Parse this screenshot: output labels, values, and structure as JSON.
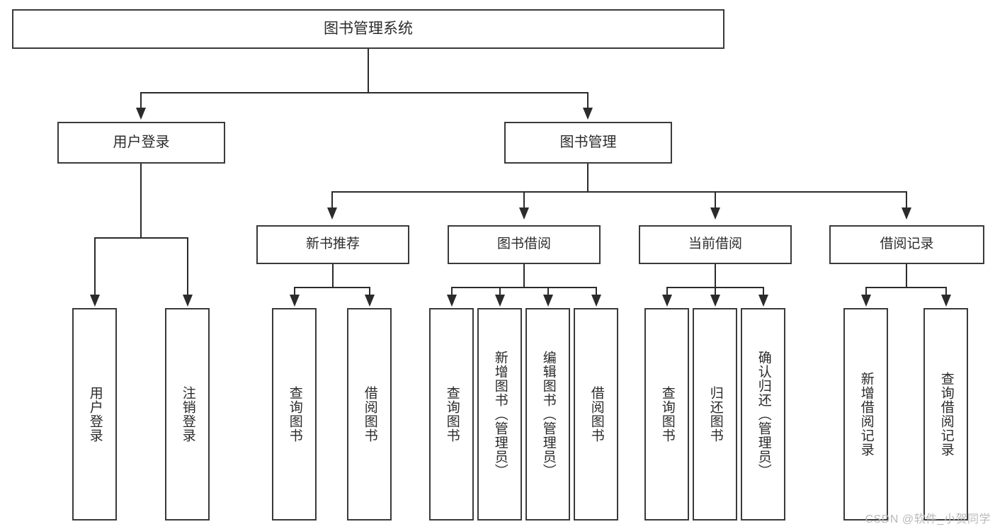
{
  "diagram": {
    "title": "图书管理系统",
    "type": "function-structure-tree",
    "root": {
      "label": "图书管理系统"
    },
    "level2": [
      {
        "label": "用户登录"
      },
      {
        "label": "图书管理"
      }
    ],
    "level3": [
      {
        "label": "新书推荐"
      },
      {
        "label": "图书借阅"
      },
      {
        "label": "当前借阅"
      },
      {
        "label": "借阅记录"
      }
    ],
    "leaves": {
      "user_login": [
        {
          "label": "用户登录"
        },
        {
          "label": "注销登录"
        }
      ],
      "new_book_recommend": [
        {
          "label": "查询图书"
        },
        {
          "label": "借阅图书"
        }
      ],
      "book_borrow": [
        {
          "label": "查询图书"
        },
        {
          "label": "新增图书（管理员）"
        },
        {
          "label": "编辑图书（管理员）"
        },
        {
          "label": "借阅图书"
        }
      ],
      "current_borrow": [
        {
          "label": "查询图书"
        },
        {
          "label": "归还图书"
        },
        {
          "label": "确认归还（管理员）"
        }
      ],
      "borrow_record": [
        {
          "label": "新增借阅记录"
        },
        {
          "label": "查询借阅记录"
        }
      ]
    },
    "watermark": "CSDN @软件_小贺同学",
    "colors": {
      "stroke": "#2b2b2b",
      "box_border": "#3a3a3a",
      "background": "#ffffff",
      "text": "#2b2b2b",
      "watermark": "#b9b9b9"
    }
  }
}
